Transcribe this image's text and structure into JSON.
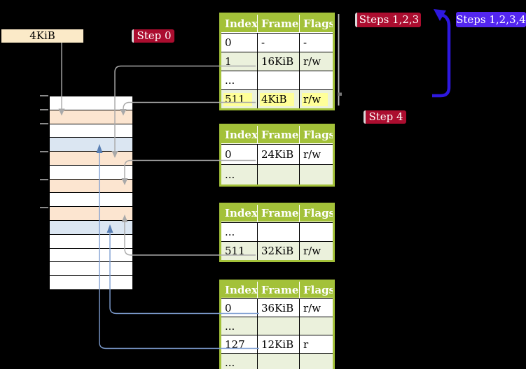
{
  "labels": {
    "mem_size": "4KiB",
    "step0": "Step 0",
    "steps123": "Steps 1,2,3",
    "steps1234": "Steps 1,2,3,4",
    "step4": "Step 4"
  },
  "table_headers": [
    "Index",
    "Frame",
    "Flags"
  ],
  "page_tables": [
    {
      "name": "table-1",
      "rows": [
        {
          "index": "0",
          "frame": "-",
          "flags": "-"
        },
        {
          "index": "1",
          "frame": "16KiB",
          "flags": "r/w"
        },
        {
          "index": "...",
          "frame": "",
          "flags": ""
        },
        {
          "index": "511",
          "frame": "4KiB",
          "flags": "r/w",
          "highlighted": true
        }
      ]
    },
    {
      "name": "table-2",
      "rows": [
        {
          "index": "0",
          "frame": "24KiB",
          "flags": "r/w"
        },
        {
          "index": "...",
          "frame": "",
          "flags": ""
        }
      ]
    },
    {
      "name": "table-3",
      "rows": [
        {
          "index": "...",
          "frame": "",
          "flags": ""
        },
        {
          "index": "511",
          "frame": "32KiB",
          "flags": "r/w"
        }
      ]
    },
    {
      "name": "table-4",
      "rows": [
        {
          "index": "0",
          "frame": "36KiB",
          "flags": "r/w"
        },
        {
          "index": "...",
          "frame": "",
          "flags": ""
        },
        {
          "index": "127",
          "frame": "12KiB",
          "flags": "r"
        },
        {
          "index": "...",
          "frame": "",
          "flags": ""
        }
      ]
    }
  ],
  "memory_strip": {
    "row_types": [
      "plain",
      "page-table",
      "plain",
      "mapped-page",
      "page-table",
      "plain",
      "page-table",
      "plain",
      "page-table",
      "mapped-page",
      "plain",
      "plain",
      "plain",
      "plain"
    ],
    "tick_count": 6
  },
  "colors": {
    "table_header_green": "#a3c139",
    "table_row_tint": "#ebf1dc",
    "frame_peach": "#fce5d0",
    "frame_blue": "#dbe6f2",
    "highlight_yellow": "#ffff99",
    "label_crimson": "#ab0d2f",
    "label_blue": "#5326f0",
    "label_cream": "#fbeac8",
    "loop_arrow_blue": "#2e18df",
    "connector_gray": "#a9a9a9",
    "connector_blue": "#7f9fd2"
  }
}
